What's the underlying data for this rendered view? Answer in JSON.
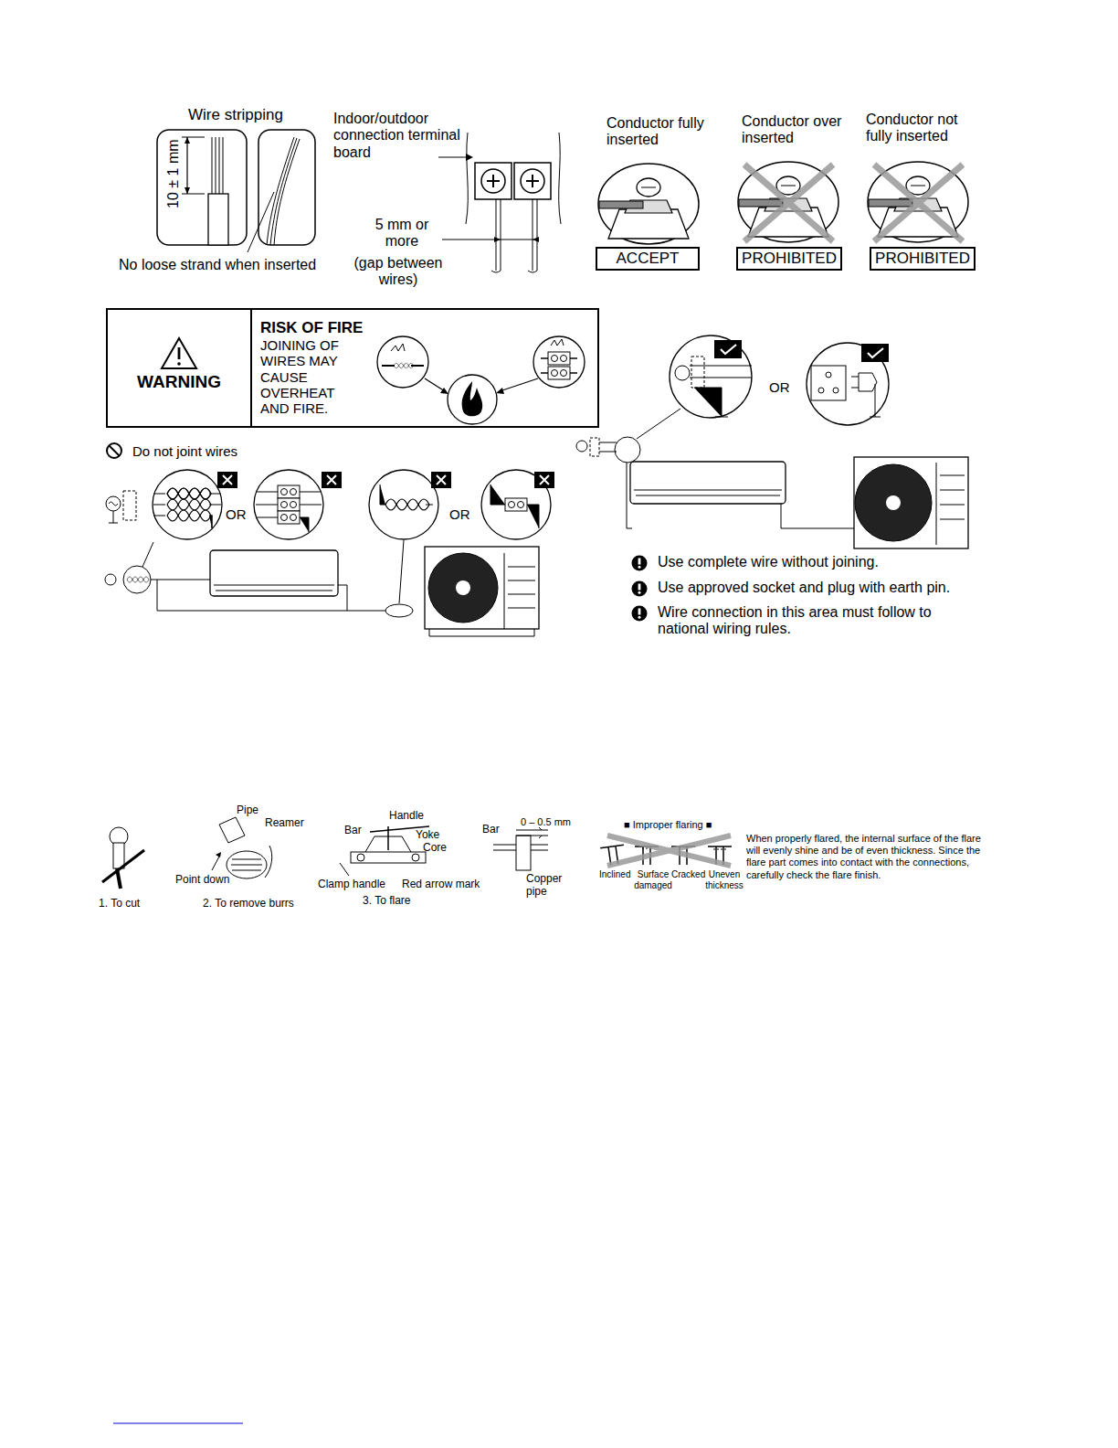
{
  "diagram": {
    "nodes": [
      {
        "text": [
          "ACCEPT"
        ]
      },
      {
        "text": [
          "PROHIBITED"
        ]
      },
      {
        "text": [
          "PROHIBITED"
        ]
      },
      {
        "text": [
          "WARNING",
          "RISK OF FIRE",
          "JOINING OF WIRES MAY CAUSE OVERHEAT AND FIRE."
        ]
      }
    ],
    "labels": [
      "Wire stripping",
      "10 ± 1 mm",
      "No loose strand when inserted",
      "Indoor/outdoor connection terminal board",
      "5 mm or more",
      "(gap between wires)",
      "Conductor fully inserted",
      "Conductor over inserted",
      "Conductor not fully inserted",
      "Do not joint wires",
      "OR",
      "OR",
      "OR",
      "Use complete wire without joining.",
      "Use approved socket and plug with earth pin.",
      "Wire connection in this area must follow to national wiring rules.",
      "Pipe",
      "Reamer",
      "Point down",
      "1. To cut",
      "2. To remove burrs",
      "Handle",
      "Bar",
      "Yoke",
      "Core",
      "Clamp handle",
      "Red arrow mark",
      "3. To flare",
      "Bar",
      "0 – 0.5 mm",
      "Copper pipe",
      "■ Improper flaring ■",
      "Inclined",
      "Surface damaged",
      "Cracked",
      "Uneven thickness",
      "When properly flared, the internal surface of the flare will evenly shine and be of even thickness. Since the flare part comes into contact with the connections, carefully check the flare finish."
    ]
  }
}
